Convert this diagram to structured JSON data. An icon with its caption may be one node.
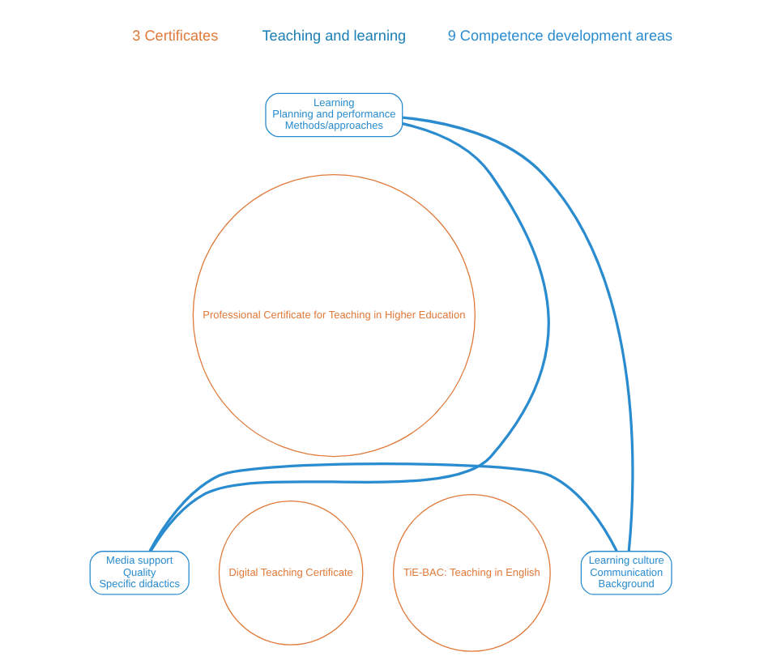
{
  "diagram": {
    "nodes": [
      {
        "text": [
          "Learning",
          "Planning and performance",
          "Methods/approaches"
        ]
      },
      {
        "text": [
          "Professional Certificate for Teaching in Higher Education"
        ]
      },
      {
        "text": [
          "Digital Teaching Certificate"
        ]
      },
      {
        "text": [
          "TiE-BAC: Teaching in English"
        ]
      },
      {
        "text": [
          "Media support",
          "Quality",
          "Specific didactics"
        ]
      },
      {
        "text": [
          "Learning culture",
          "Communication",
          "Background"
        ]
      }
    ],
    "edges": [
      {
        "from": 0,
        "to": 4,
        "arrow": "none"
      },
      {
        "from": 0,
        "to": 5,
        "arrow": "none"
      },
      {
        "from": 4,
        "to": 5,
        "arrow": "none"
      }
    ],
    "labels": [
      "3 Certificates",
      "Teaching and learning",
      "9 Competence development areas"
    ]
  }
}
